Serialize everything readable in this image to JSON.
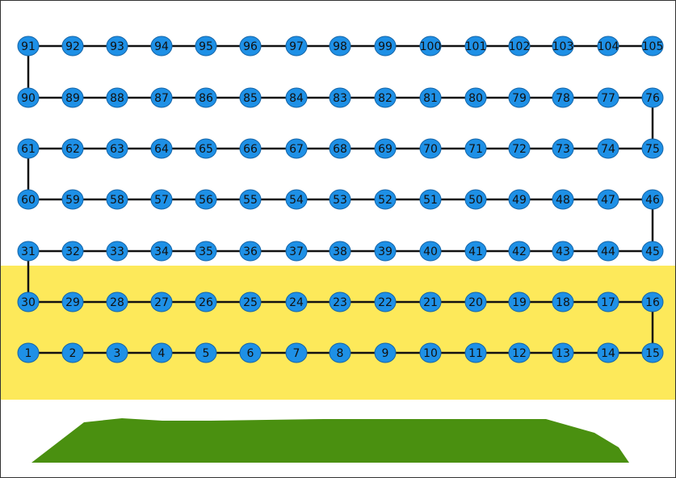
{
  "board": {
    "node_count": 105,
    "columns": 15,
    "rows": 7,
    "path_style": "boustrophedon",
    "start_corner": "bottom-left",
    "colors": {
      "node_fill": "#1e90e6",
      "node_stroke": "#1565a8",
      "link": "#111111",
      "highlight_band": "#fde95a",
      "ground": "#4a9010",
      "background": "#ffffff"
    },
    "highlighted_rows": [
      1,
      2
    ],
    "shapes": {
      "node": "circle",
      "ground": "terrain-hill"
    }
  }
}
